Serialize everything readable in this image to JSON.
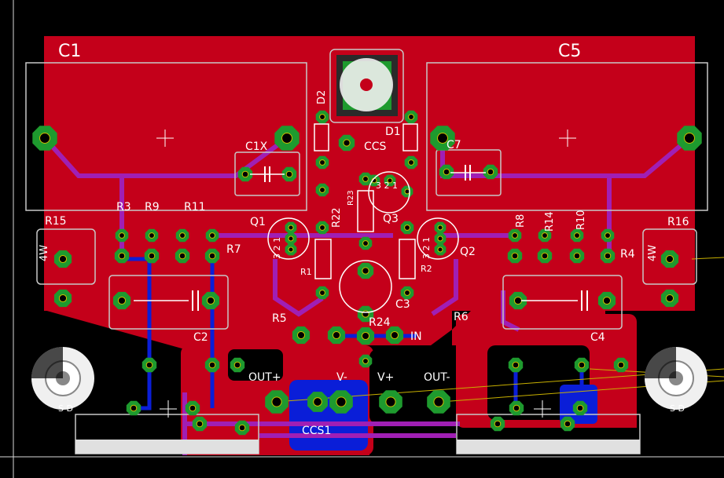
{
  "app": {
    "name": "PCB board layout view"
  },
  "colors": {
    "background": "#000000",
    "top_copper": "#c4001a",
    "bottom_copper": "#0a1ed8",
    "trace_purple": "#a01fb4",
    "pad_green": "#1e9a2e",
    "silkscreen": "#ffffff",
    "outline": "#c8c8c8",
    "bottom_silk": "#e0e0e0"
  },
  "labels": {
    "c1": "C1",
    "c5": "C5",
    "c1x": "C1X",
    "c7": "C7",
    "d2": "D2",
    "d1": "D1",
    "ccs": "CCS",
    "r3": "R3",
    "r9": "R9",
    "r11": "R11",
    "r15": "R15",
    "r7": "R7",
    "r22": "R22",
    "r23": "R23",
    "r8": "R8",
    "r14": "R14",
    "r10": "R10",
    "r16": "R16",
    "r4": "R4",
    "r1": "R1",
    "r2": "R2",
    "r5": "R5",
    "r24": "R24",
    "r6": "R6",
    "q1": "Q1",
    "q2": "Q2",
    "q3": "Q3",
    "c2": "C2",
    "c3": "C3",
    "c4": "C4",
    "in": "IN",
    "out_plus": "OUT+",
    "v_minus": "V-",
    "v_plus": "V+",
    "out_minus": "OUT-",
    "ccs1": "CCS1",
    "w4_left": "4W",
    "w4_right": "4W",
    "q_pin_left": "3 2 1",
    "q_pin_right": "3 2 1",
    "q3_pins": "3 2 1",
    "s_left": "S D",
    "s_right": "S D"
  }
}
